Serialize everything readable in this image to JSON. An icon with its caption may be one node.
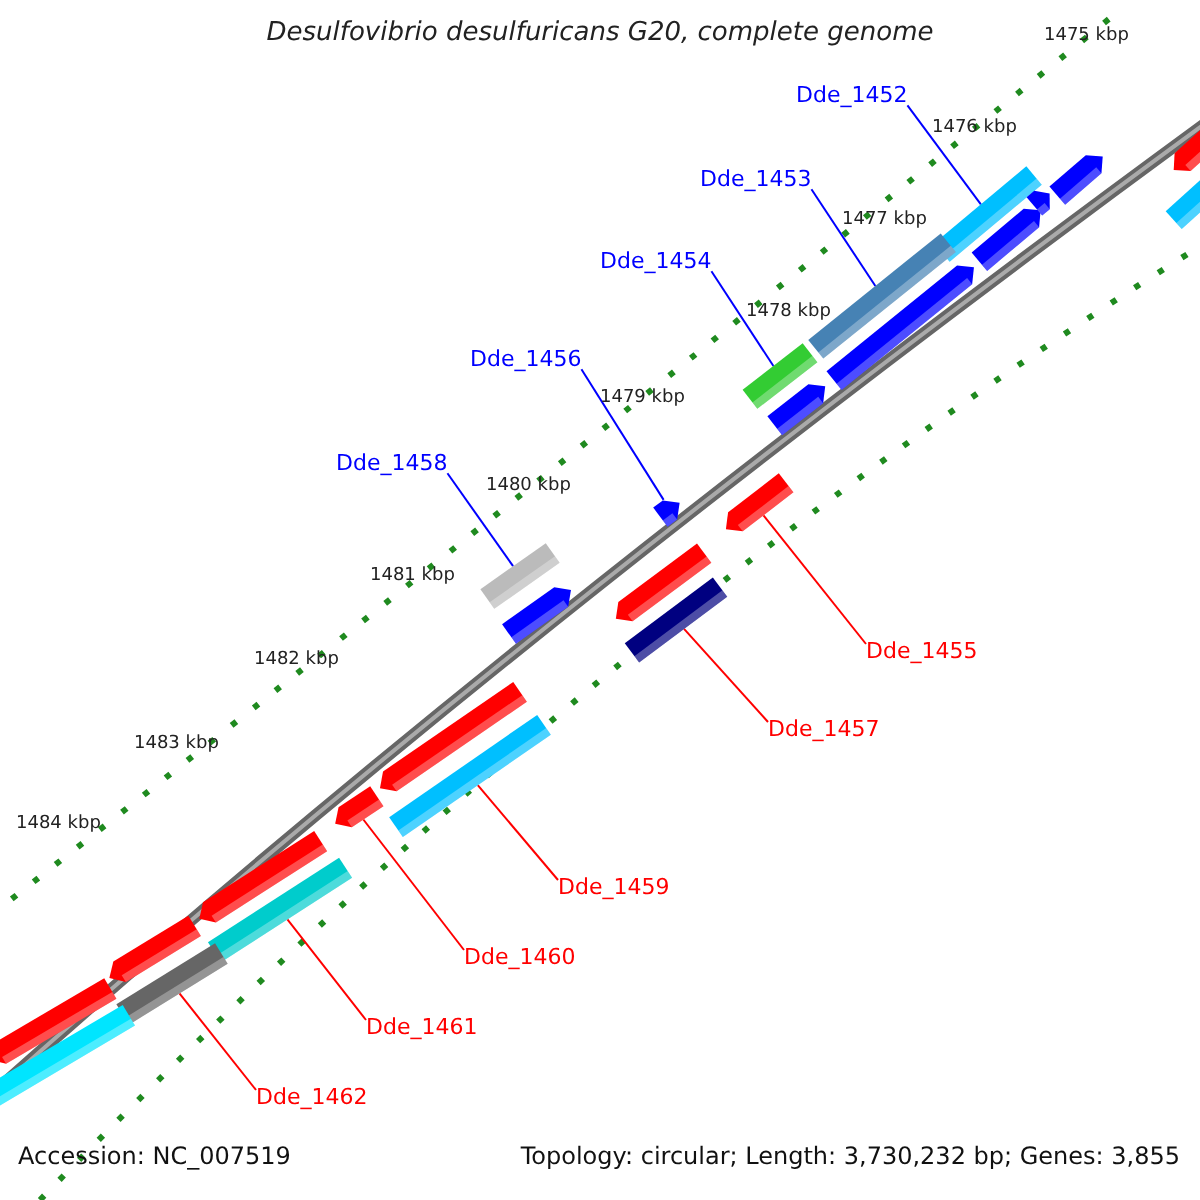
{
  "diagram": {
    "title": "Desulfovibrio desulfuricans G20, complete genome",
    "nodes": [
      {
        "text": [
          "Dde_1452"
        ]
      },
      {
        "text": [
          "Dde_1453"
        ]
      },
      {
        "text": [
          "Dde_1454"
        ]
      },
      {
        "text": [
          "Dde_1456"
        ]
      },
      {
        "text": [
          "Dde_1458"
        ]
      },
      {
        "text": [
          "Dde_1455"
        ]
      },
      {
        "text": [
          "Dde_1457"
        ]
      },
      {
        "text": [
          "Dde_1459"
        ]
      },
      {
        "text": [
          "Dde_1460"
        ]
      },
      {
        "text": [
          "Dde_1461"
        ]
      },
      {
        "text": [
          "Dde_1462"
        ]
      },
      {
        "text": [],
        "shape": "bar"
      },
      {
        "text": [],
        "shape": "bar"
      },
      {
        "text": [],
        "shape": "bar"
      },
      {
        "text": [],
        "shape": "bar"
      },
      {
        "text": [],
        "shape": "bar"
      },
      {
        "text": [],
        "shape": "bar"
      },
      {
        "text": [],
        "shape": "bar"
      },
      {
        "text": [],
        "shape": "bar"
      },
      {
        "text": [],
        "shape": "bar"
      },
      {
        "text": [],
        "shape": "bar"
      },
      {
        "text": [],
        "shape": "bar"
      }
    ],
    "edges": [
      {
        "from": 0,
        "to": 11,
        "arrow": "none",
        "color": "#0000ff"
      },
      {
        "from": 1,
        "to": 12,
        "arrow": "none",
        "color": "#0000ff"
      },
      {
        "from": 2,
        "to": 13,
        "arrow": "none",
        "color": "#0000ff"
      },
      {
        "from": 3,
        "to": 14,
        "arrow": "none",
        "color": "#0000ff"
      },
      {
        "from": 4,
        "to": 15,
        "arrow": "none",
        "color": "#0000ff"
      },
      {
        "from": 5,
        "to": 16,
        "arrow": "none"
      },
      {
        "from": 6,
        "to": 17,
        "arrow": "none"
      },
      {
        "from": 7,
        "to": 18,
        "arrow": "none"
      },
      {
        "from": 8,
        "to": 19,
        "arrow": "none"
      },
      {
        "from": 9,
        "to": 20,
        "arrow": "none"
      },
      {
        "from": 10,
        "to": 21,
        "arrow": "none"
      }
    ],
    "labels": [
      "1475 kbp",
      "1476 kbp",
      "1477 kbp",
      "1478 kbp",
      "1479 kbp",
      "1480 kbp",
      "1481 kbp",
      "1482 kbp",
      "1483 kbp",
      "1484 kbp",
      "Accession: NC_007519",
      "Topology: circular; Length: 3,730,232 bp; Genes: 3,855"
    ]
  }
}
